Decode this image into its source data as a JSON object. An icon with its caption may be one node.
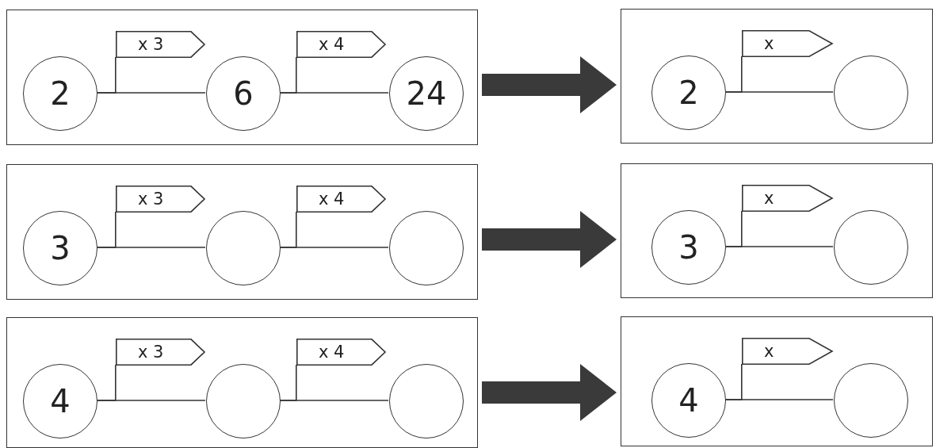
{
  "diagram": {
    "nodes": [
      {
        "text": [],
        "shape": "box"
      },
      {
        "text": [
          "2"
        ],
        "in": 0
      },
      {
        "text": [
          "x 3"
        ],
        "in": 0
      },
      {
        "text": [
          "6"
        ],
        "in": 0
      },
      {
        "text": [
          "x 4"
        ],
        "in": 0
      },
      {
        "text": [
          "24"
        ],
        "in": 0
      },
      {
        "text": [],
        "shape": "box"
      },
      {
        "text": [
          "2"
        ],
        "in": 6
      },
      {
        "text": [
          "x"
        ],
        "in": 6
      },
      {
        "text": [],
        "shape": "circle",
        "in": 6
      },
      {
        "text": [],
        "shape": "box"
      },
      {
        "text": [
          "3"
        ],
        "in": 10
      },
      {
        "text": [
          "x 3"
        ],
        "in": 10
      },
      {
        "text": [],
        "shape": "circle",
        "in": 10
      },
      {
        "text": [
          "x 4"
        ],
        "in": 10
      },
      {
        "text": [],
        "shape": "circle",
        "in": 10
      },
      {
        "text": [],
        "shape": "box"
      },
      {
        "text": [
          "3"
        ],
        "in": 16
      },
      {
        "text": [
          "x"
        ],
        "in": 16
      },
      {
        "text": [],
        "shape": "circle",
        "in": 16
      },
      {
        "text": [],
        "shape": "box"
      },
      {
        "text": [
          "4"
        ],
        "in": 20
      },
      {
        "text": [
          "x 3"
        ],
        "in": 20
      },
      {
        "text": [],
        "shape": "circle",
        "in": 20
      },
      {
        "text": [
          "x 4"
        ],
        "in": 20
      },
      {
        "text": [],
        "shape": "circle",
        "in": 20
      },
      {
        "text": [],
        "shape": "box"
      },
      {
        "text": [
          "4"
        ],
        "in": 26
      },
      {
        "text": [
          "x"
        ],
        "in": 26
      },
      {
        "text": [],
        "shape": "circle",
        "in": 26
      }
    ],
    "edges": [
      {
        "from": 1,
        "to": 3,
        "arrow": "none"
      },
      {
        "from": 3,
        "to": 5,
        "arrow": "none"
      },
      {
        "from": 0,
        "to": 6,
        "arrow": "to",
        "style": "thick",
        "color": "#3a3a3a"
      },
      {
        "from": 7,
        "to": 9,
        "arrow": "none"
      },
      {
        "from": 11,
        "to": 13,
        "arrow": "none"
      },
      {
        "from": 13,
        "to": 15,
        "arrow": "none"
      },
      {
        "from": 10,
        "to": 16,
        "arrow": "to",
        "style": "thick",
        "color": "#3a3a3a"
      },
      {
        "from": 17,
        "to": 19,
        "arrow": "none"
      },
      {
        "from": 21,
        "to": 23,
        "arrow": "none"
      },
      {
        "from": 23,
        "to": 25,
        "arrow": "none"
      },
      {
        "from": 20,
        "to": 26,
        "arrow": "to",
        "style": "thick",
        "color": "#3a3a3a"
      },
      {
        "from": 27,
        "to": 29,
        "arrow": "none"
      },
      {
        "from": 1,
        "to": 2,
        "arrow": "none"
      },
      {
        "from": 3,
        "to": 4,
        "arrow": "none"
      },
      {
        "from": 7,
        "to": 8,
        "arrow": "none"
      },
      {
        "from": 11,
        "to": 12,
        "arrow": "none"
      },
      {
        "from": 13,
        "to": 14,
        "arrow": "none"
      },
      {
        "from": 17,
        "to": 18,
        "arrow": "none"
      },
      {
        "from": 21,
        "to": 22,
        "arrow": "none"
      },
      {
        "from": 23,
        "to": 24,
        "arrow": "none"
      },
      {
        "from": 27,
        "to": 28,
        "arrow": "none"
      }
    ]
  }
}
